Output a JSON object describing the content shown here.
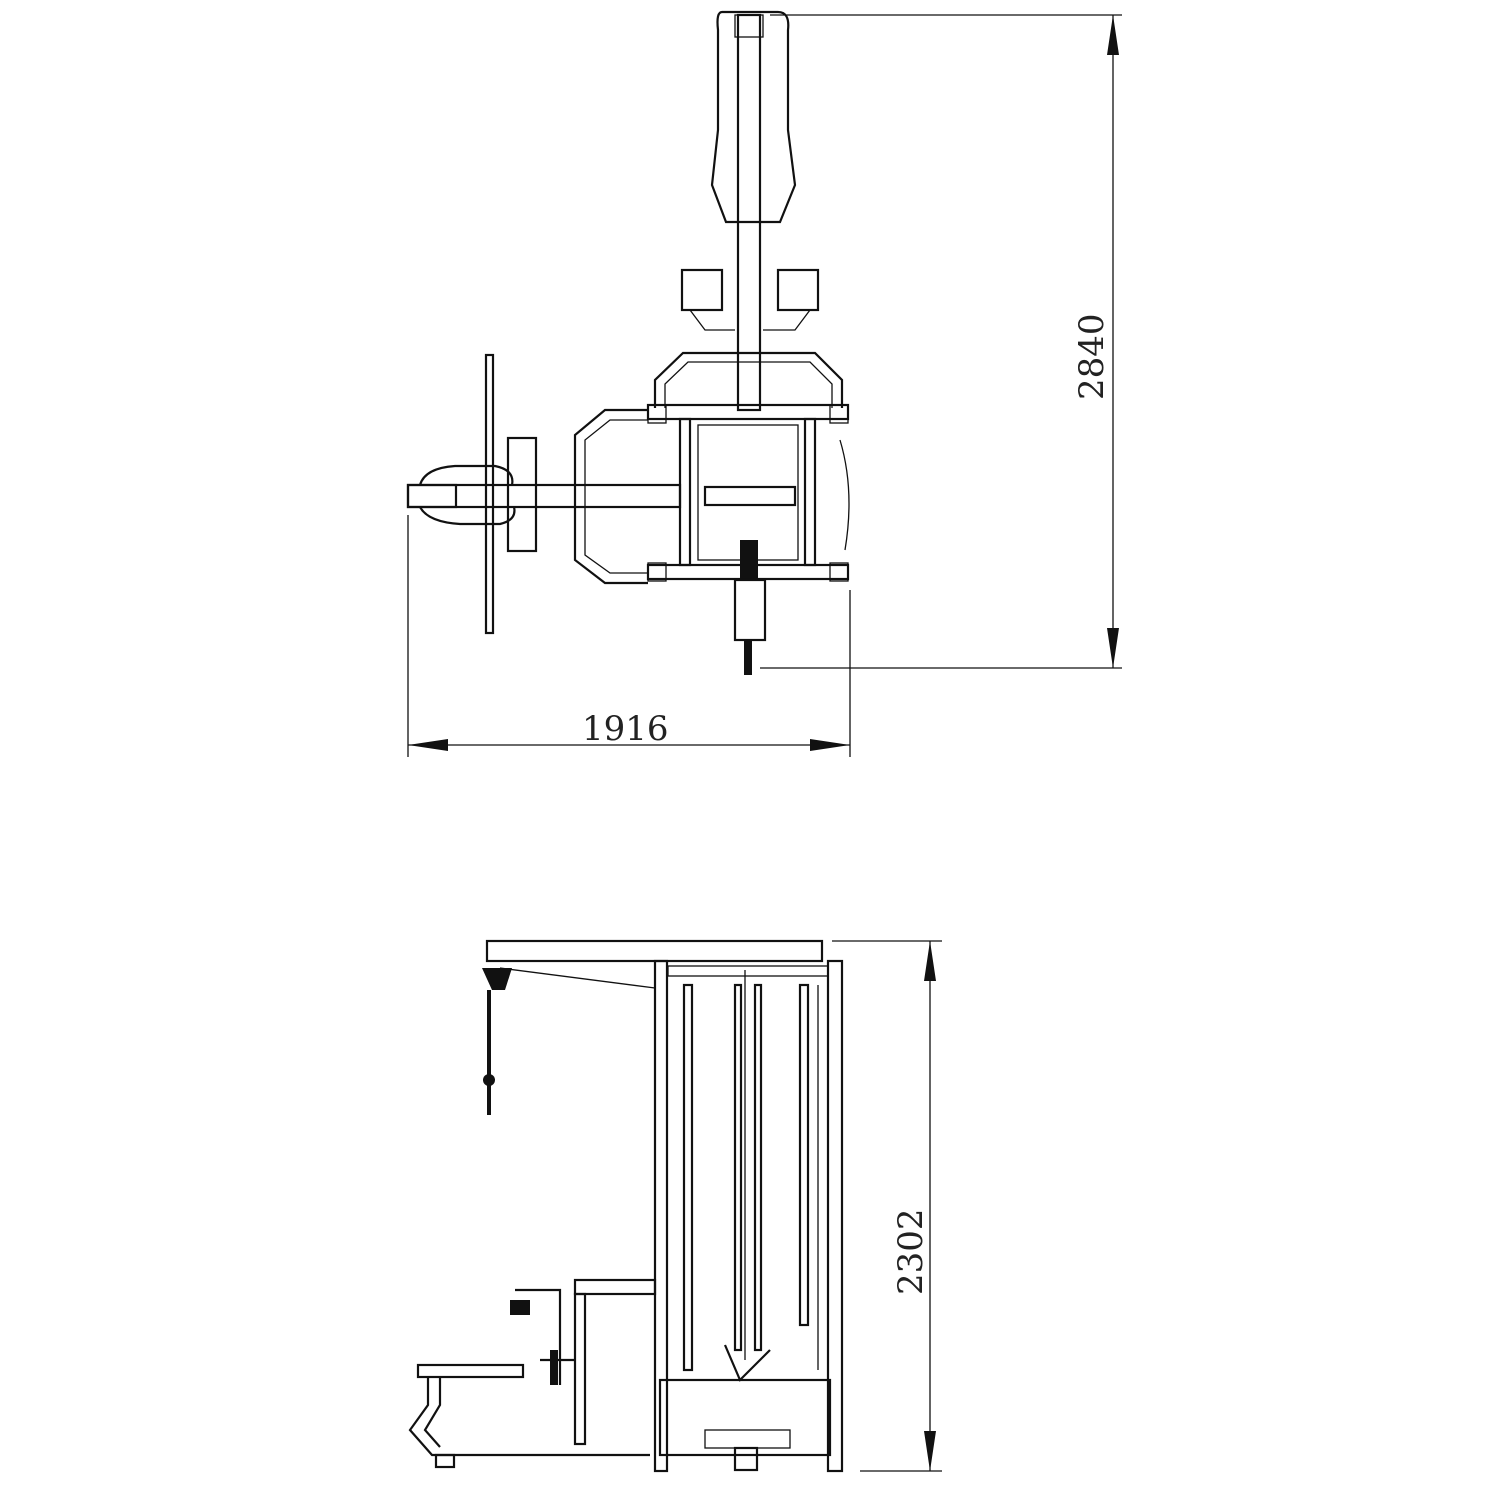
{
  "drawing": {
    "top_view": {
      "dimensions": {
        "depth": "2840",
        "width": "1916"
      }
    },
    "side_view": {
      "dimensions": {
        "height": "2302"
      }
    },
    "colors": {
      "line": "#111111",
      "background": "#ffffff"
    }
  }
}
